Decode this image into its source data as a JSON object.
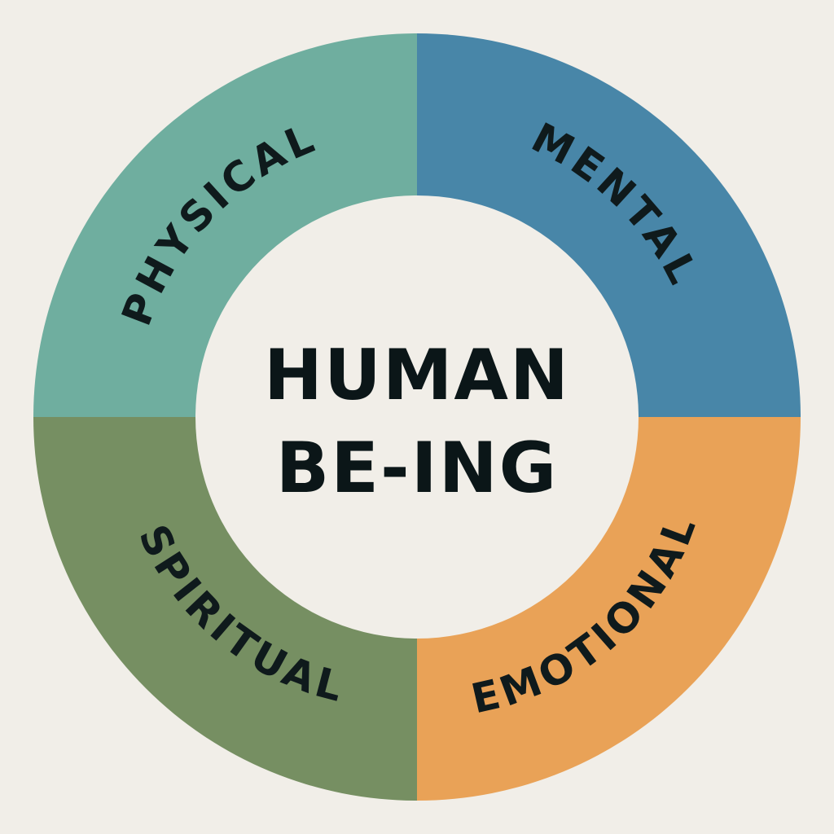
{
  "center": {
    "line1": "HUMAN",
    "line2": "BE-ING"
  },
  "segments": [
    {
      "id": "physical",
      "label": "PHYSICAL",
      "color": "#6fae9f"
    },
    {
      "id": "mental",
      "label": "MENTAL",
      "color": "#4886a8"
    },
    {
      "id": "emotional",
      "label": "EMOTIONAL",
      "color": "#e9a257"
    },
    {
      "id": "spiritual",
      "label": "SPIRITUAL",
      "color": "#768f62"
    }
  ],
  "colors": {
    "background": "#f1eee8",
    "center_fill": "#f1eee8",
    "text": "#0f1a1c"
  }
}
